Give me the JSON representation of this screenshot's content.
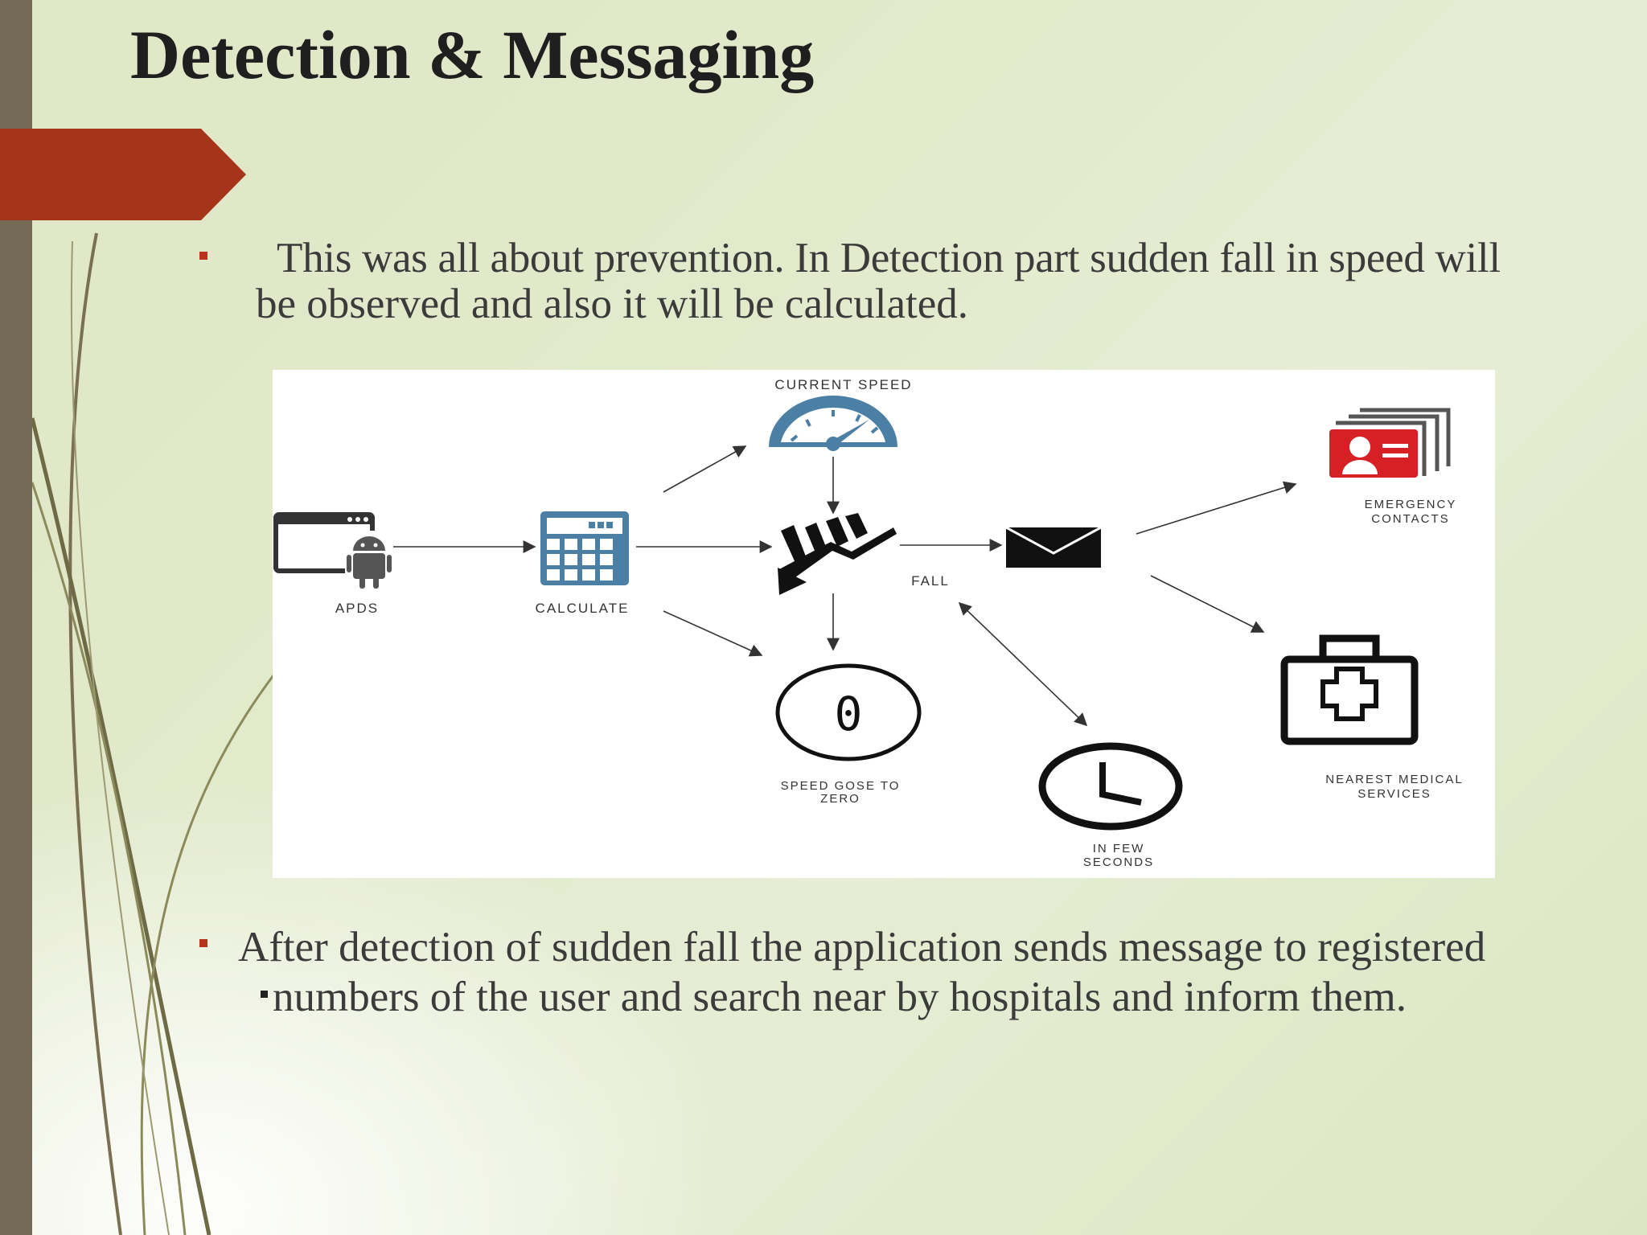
{
  "slide": {
    "title": "Detection & Messaging",
    "bullets": [
      {
        "line1": "This was all about prevention. In Detection part sudden fall in speed will",
        "line2": "be observed and also it will be calculated."
      },
      {
        "line1": "After detection of sudden fall the application sends message to registered",
        "line2": "numbers of the user and search near by hospitals and inform them."
      }
    ]
  },
  "diagram": {
    "labels": {
      "apds": "APDS",
      "calculate": "CALCULATE",
      "current_speed": "CURRENT SPEED",
      "fall": "FALL",
      "emergency_line1": "EMERGENCY",
      "emergency_line2": "CONTACTS",
      "medical_line1": "NEAREST MEDICAL",
      "medical_line2": "SERVICES",
      "speed_zero_line1": "SPEED GOSE TO",
      "speed_zero_line2": "ZERO",
      "few_seconds_line1": "IN FEW",
      "few_seconds_line2": "SECONDS",
      "speed_zero_value": "0"
    },
    "icons": [
      "android-browser-icon",
      "calculator-icon",
      "speedometer-icon",
      "falling-chart-icon",
      "envelope-icon",
      "contact-cards-icon",
      "medical-kit-icon",
      "zero-circle-icon",
      "clock-icon"
    ],
    "colors": {
      "icon_blue": "#4b7fa4",
      "accent_red": "#d71f26",
      "bullet_red": "#b7331e",
      "tab_red": "#a63418"
    }
  }
}
